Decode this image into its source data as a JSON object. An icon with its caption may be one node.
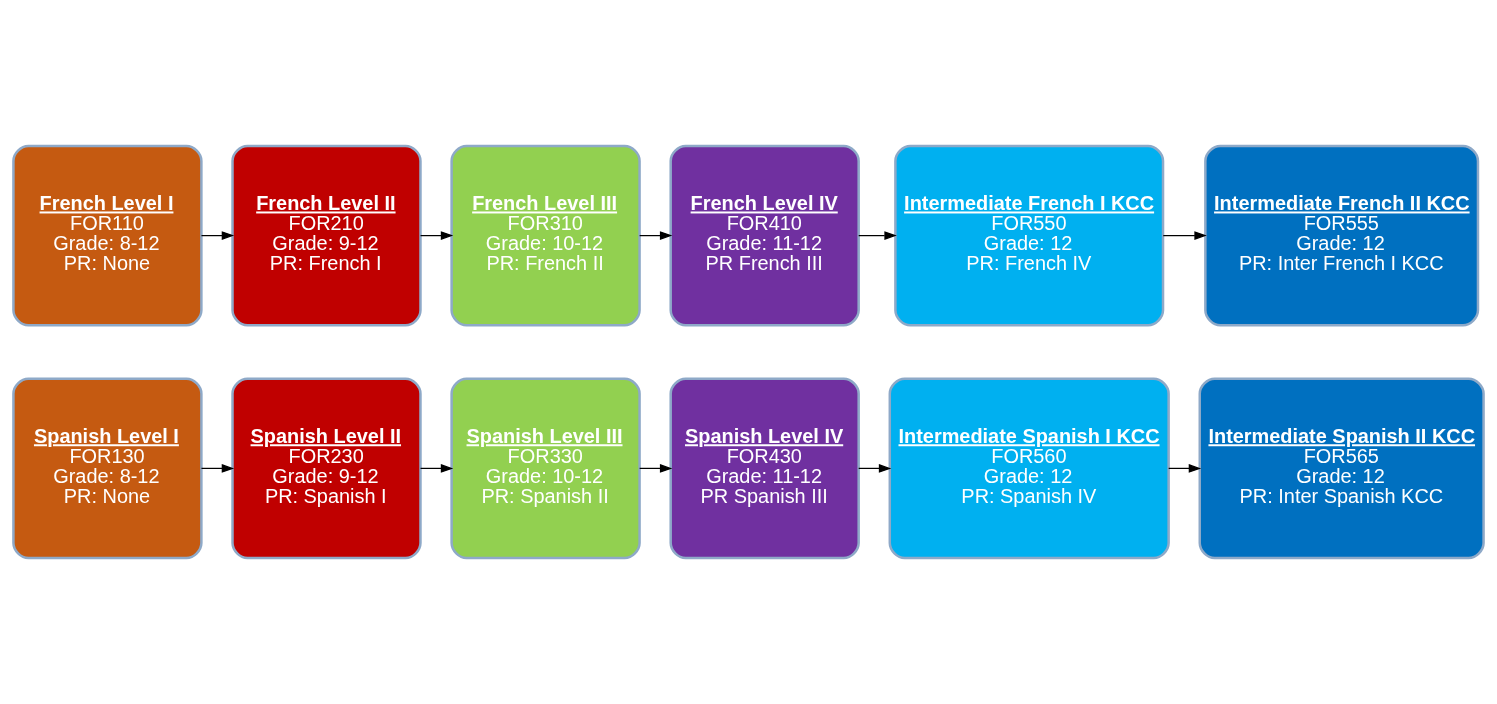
{
  "diagram": {
    "nodes": [
      {
        "text": [
          "French Level I",
          "FOR110",
          "Grade: 8-12",
          "PR: None"
        ]
      },
      {
        "text": [
          "French Level II",
          "FOR210",
          "Grade: 9-12",
          "PR: French I"
        ]
      },
      {
        "text": [
          "French Level III",
          "FOR310",
          "Grade: 10-12",
          "PR: French II"
        ]
      },
      {
        "text": [
          "French Level IV",
          "FOR410",
          "Grade: 11-12",
          "PR French III"
        ]
      },
      {
        "text": [
          "Intermediate French I KCC",
          "FOR550",
          "Grade: 12",
          "PR: French IV"
        ]
      },
      {
        "text": [
          "Intermediate French II KCC",
          "FOR555",
          "Grade: 12",
          "PR: Inter French I KCC"
        ]
      },
      {
        "text": [
          "Spanish Level I",
          "FOR130",
          "Grade: 8-12",
          "PR: None"
        ]
      },
      {
        "text": [
          "Spanish Level II",
          "FOR230",
          "Grade: 9-12",
          "PR: Spanish I"
        ]
      },
      {
        "text": [
          "Spanish Level III",
          "FOR330",
          "Grade: 10-12",
          "PR: Spanish II"
        ]
      },
      {
        "text": [
          "Spanish Level IV",
          "FOR430",
          "Grade: 11-12",
          "PR Spanish III"
        ]
      },
      {
        "text": [
          "Intermediate Spanish I KCC",
          "FOR560",
          "Grade: 12",
          "PR: Spanish IV"
        ]
      },
      {
        "text": [
          "Intermediate Spanish II KCC",
          "FOR565",
          "Grade: 12",
          "PR: Inter Spanish KCC"
        ]
      }
    ],
    "edges": [
      {
        "from": 0,
        "to": 1,
        "arrow": "to"
      },
      {
        "from": 1,
        "to": 2,
        "arrow": "to"
      },
      {
        "from": 2,
        "to": 3,
        "arrow": "to"
      },
      {
        "from": 3,
        "to": 4,
        "arrow": "to"
      },
      {
        "from": 4,
        "to": 5,
        "arrow": "to"
      },
      {
        "from": 6,
        "to": 7,
        "arrow": "to"
      },
      {
        "from": 7,
        "to": 8,
        "arrow": "to"
      },
      {
        "from": 8,
        "to": 9,
        "arrow": "to"
      },
      {
        "from": 9,
        "to": 10,
        "arrow": "to"
      },
      {
        "from": 10,
        "to": 11,
        "arrow": "to"
      }
    ]
  }
}
